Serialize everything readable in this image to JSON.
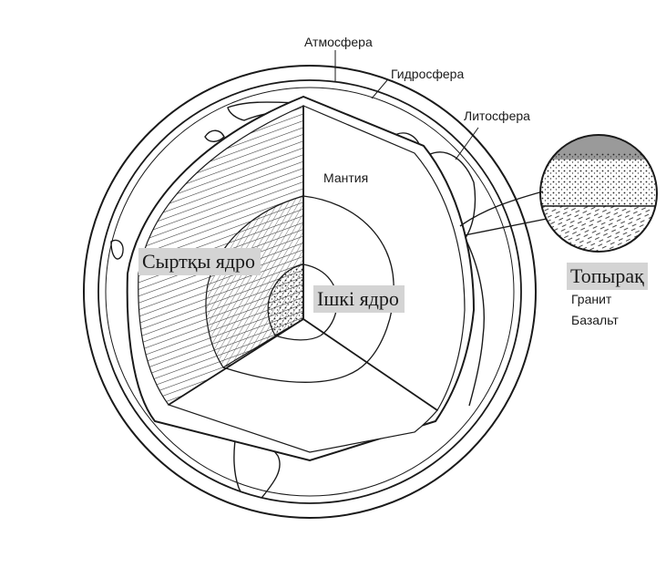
{
  "labels": {
    "atmosphere": "Атмосфера",
    "hydrosphere": "Гидросфера",
    "lithosphere": "Литосфера",
    "mantle": "Мантия",
    "outer_core": "Сыртқы ядро",
    "inner_core": "Ішкі ядро",
    "soil": "Топырақ",
    "granite": "Гранит",
    "basalt": "Базальт"
  },
  "colors": {
    "ink": "#1a1a1a",
    "paper": "#ffffff",
    "label_box": "#d4d4d4"
  }
}
